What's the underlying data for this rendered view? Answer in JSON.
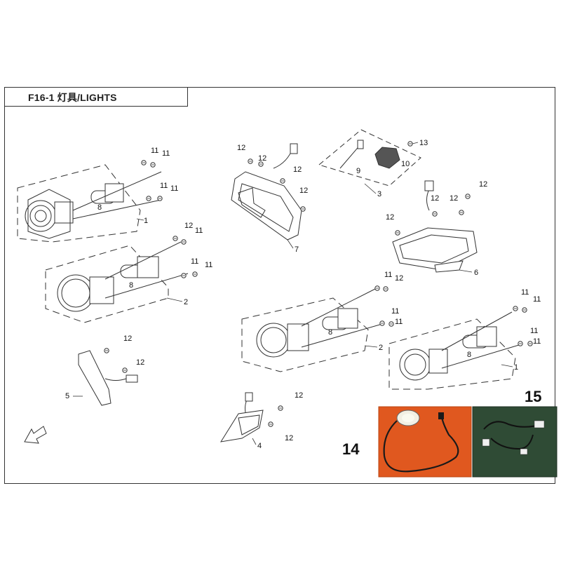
{
  "header": {
    "title": "F16-1 灯具/LIGHTS"
  },
  "photos": {
    "left_label": "14",
    "right_label": "15"
  },
  "callouts": {
    "headlight_group_a": "1",
    "headlight_group_b": "2",
    "turn_light": "3",
    "rear_plate_light": "4",
    "side_reflector": "5",
    "tail_light_right": "6",
    "tail_light_left": "7",
    "bulb": "8",
    "bulb_socket": "9",
    "light_cover": "10",
    "screw_small": "11",
    "bolt": "12",
    "screw_top": "13"
  },
  "colors": {
    "line": "#333333",
    "photo_bg_left": "#e0581f",
    "photo_bg_right": "#2f4b35"
  }
}
